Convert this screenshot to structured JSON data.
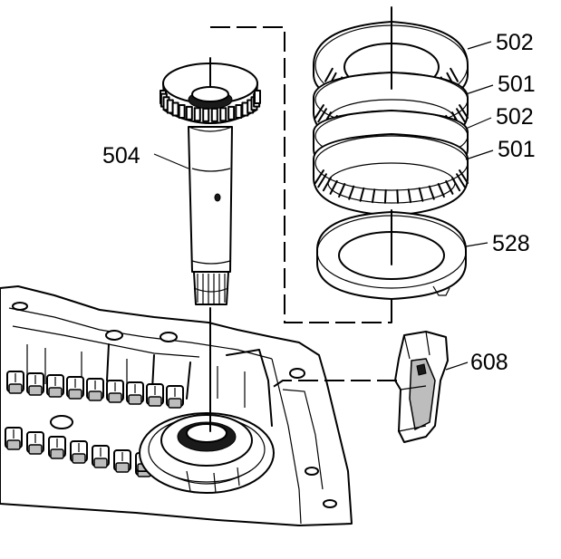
{
  "diagram": {
    "callouts": [
      {
        "id": "c502a",
        "label": "502"
      },
      {
        "id": "c501a",
        "label": "501"
      },
      {
        "id": "c502b",
        "label": "502"
      },
      {
        "id": "c501b",
        "label": "501"
      },
      {
        "id": "c528",
        "label": "528"
      },
      {
        "id": "c504",
        "label": "504"
      },
      {
        "id": "c608",
        "label": "608"
      }
    ]
  }
}
